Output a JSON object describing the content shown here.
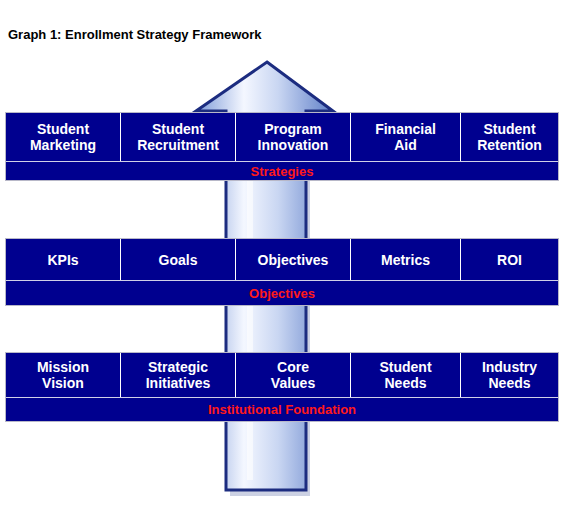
{
  "diagram": {
    "title": "Graph 1: Enrollment Strategy Framework",
    "nodes": [
      {
        "text": [
          "Strategies"
        ]
      },
      {
        "text": [
          "Student Marketing"
        ],
        "in": 0
      },
      {
        "text": [
          "Student Recruitment"
        ],
        "in": 0
      },
      {
        "text": [
          "Program Innovation"
        ],
        "in": 0
      },
      {
        "text": [
          "Financial Aid"
        ],
        "in": 0
      },
      {
        "text": [
          "Student Retention"
        ],
        "in": 0
      },
      {
        "text": [
          "Objectives"
        ]
      },
      {
        "text": [
          "KPIs"
        ],
        "in": 6
      },
      {
        "text": [
          "Goals"
        ],
        "in": 6
      },
      {
        "text": [
          "Objectives"
        ],
        "in": 6
      },
      {
        "text": [
          "Metrics"
        ],
        "in": 6
      },
      {
        "text": [
          "ROI"
        ],
        "in": 6
      },
      {
        "text": [
          "Institutional Foundation"
        ]
      },
      {
        "text": [
          "Mission Vision"
        ],
        "in": 12
      },
      {
        "text": [
          "Strategic Initiatives"
        ],
        "in": 12
      },
      {
        "text": [
          "Core Values"
        ],
        "in": 12
      },
      {
        "text": [
          "Student Needs"
        ],
        "in": 12
      },
      {
        "text": [
          "Industry Needs"
        ],
        "in": 12
      }
    ]
  }
}
